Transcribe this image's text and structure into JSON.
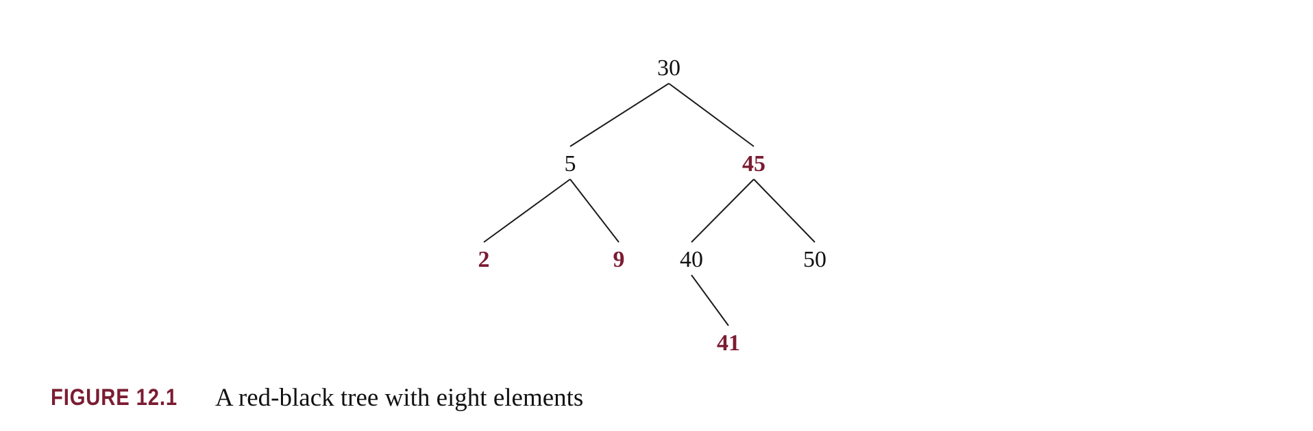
{
  "colors": {
    "red_node": "#7a1c32",
    "black_node": "#111111",
    "accent": "#7a1c32"
  },
  "tree": {
    "nodes": [
      {
        "id": "n30",
        "label": "30",
        "color": "black"
      },
      {
        "id": "n5",
        "label": "5",
        "color": "black"
      },
      {
        "id": "n45",
        "label": "45",
        "color": "red"
      },
      {
        "id": "n2",
        "label": "2",
        "color": "red"
      },
      {
        "id": "n9",
        "label": "9",
        "color": "red"
      },
      {
        "id": "n40",
        "label": "40",
        "color": "black"
      },
      {
        "id": "n50",
        "label": "50",
        "color": "black"
      },
      {
        "id": "n41",
        "label": "41",
        "color": "red"
      }
    ],
    "edges": [
      {
        "from": "n30",
        "to": "n5"
      },
      {
        "from": "n30",
        "to": "n45"
      },
      {
        "from": "n5",
        "to": "n2"
      },
      {
        "from": "n5",
        "to": "n9"
      },
      {
        "from": "n45",
        "to": "n40"
      },
      {
        "from": "n45",
        "to": "n50"
      },
      {
        "from": "n40",
        "to": "n41"
      }
    ]
  },
  "caption": {
    "label": "FIGURE 12.1",
    "text": "A red-black tree with eight elements"
  }
}
